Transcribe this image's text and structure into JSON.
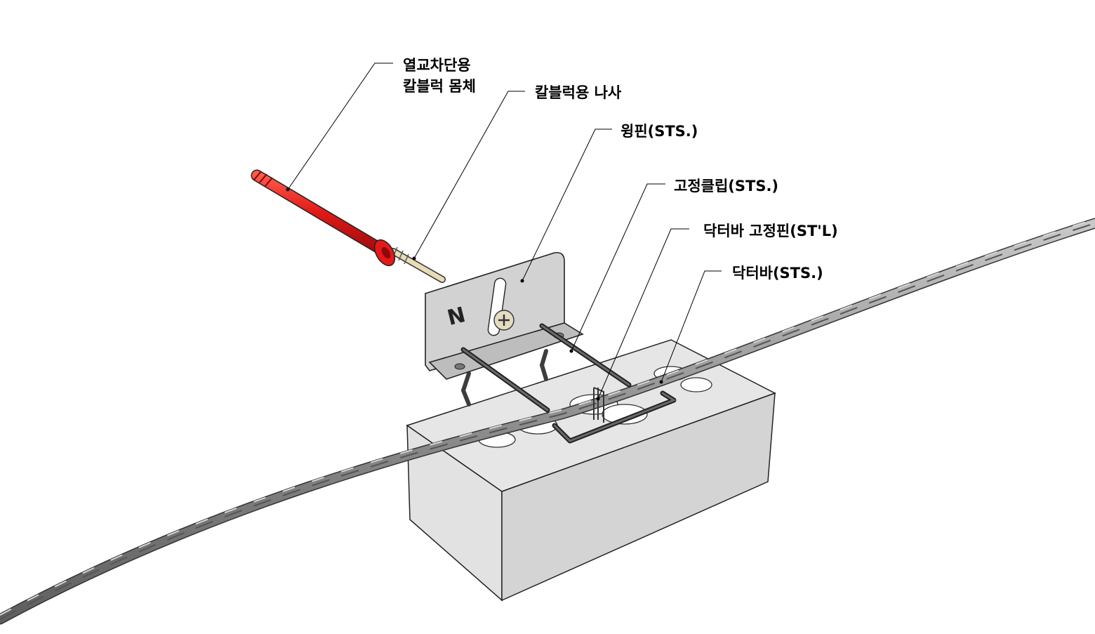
{
  "labels": {
    "insulator_body": [
      "열교차단용",
      "칼블럭 몸체"
    ],
    "screw": "칼블럭용 나사",
    "wing_pin": "윙핀(STS.)",
    "fixing_clip": "고정클립(STS.)",
    "doctor_bar_pin": "닥터바 고정핀(ST'L)",
    "doctor_bar": "닥터바(STS.)"
  },
  "bracket_logo": "N",
  "colors": {
    "anchor_red": "#e02020",
    "bracket_gray": "#cfcfcf",
    "block_top": "#e6e6e6",
    "block_front": "#e0e0e0",
    "block_side": "#d2d2d2",
    "wire_gray": "#9a9a9a",
    "clip_dark": "#3a3a3a",
    "leader_line": "#000000"
  }
}
